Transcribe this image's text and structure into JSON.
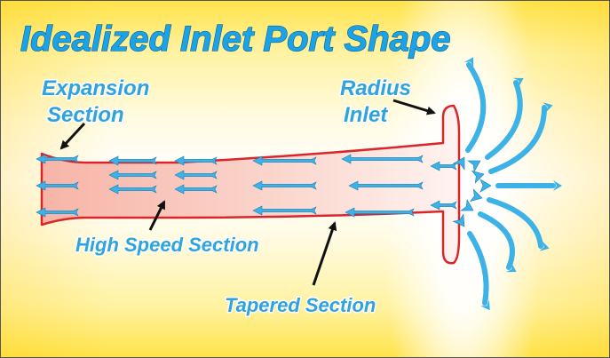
{
  "title": "Idealized Inlet Port Shape",
  "labels": {
    "expansion_line1": "Expansion",
    "expansion_line2": "Section",
    "radius_line1": "Radius",
    "radius_line2": "Inlet",
    "high_speed": "High Speed Section",
    "tapered": "Tapered Section"
  },
  "colors": {
    "title": "#1aa3e6",
    "label": "#2ea3dd",
    "port_fill": "#f9c9bf",
    "port_outline": "#d8262b",
    "arrow": "#3cb2e6",
    "pointer": "#111111"
  }
}
